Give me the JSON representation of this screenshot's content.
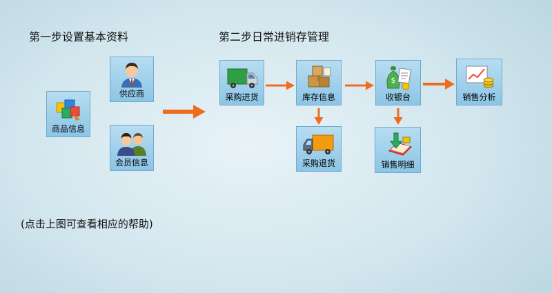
{
  "headings": {
    "step1": "第一步设置基本资料",
    "step2": "第二步日常进销存管理"
  },
  "hint": "(点击上图可查看相应的帮助)",
  "tiles": {
    "supplier": {
      "label": "供应商",
      "icon": "person-icon"
    },
    "product": {
      "label": "商品信息",
      "icon": "blocks-icon"
    },
    "member": {
      "label": "会员信息",
      "icon": "people-icon"
    },
    "purchase": {
      "label": "采购进货",
      "icon": "green-truck-icon"
    },
    "inventory": {
      "label": "库存信息",
      "icon": "boxes-icon"
    },
    "cashier": {
      "label": "收银台",
      "icon": "money-bag-icon"
    },
    "sales_analysis": {
      "label": "销售分析",
      "icon": "chart-coins-icon"
    },
    "purchase_return": {
      "label": "采购退货",
      "icon": "orange-truck-icon"
    },
    "sales_detail": {
      "label": "销售明细",
      "icon": "sales-book-icon"
    }
  },
  "colors": {
    "arrow": "#ee6c1e",
    "tile_top": "#b7ddf1",
    "tile_bottom": "#8cc5e5",
    "tile_border": "#6fa9cc"
  }
}
